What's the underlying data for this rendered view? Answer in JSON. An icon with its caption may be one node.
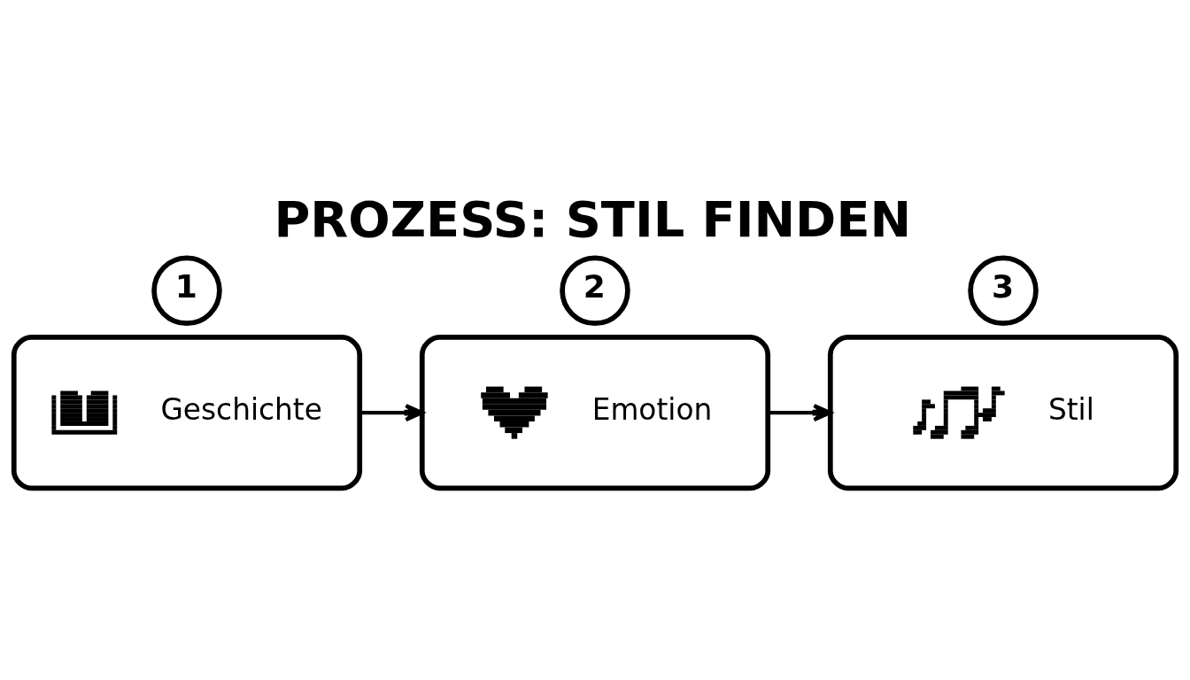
{
  "diagram": {
    "title": "PROZESS: STIL FINDEN",
    "nodes": [
      {
        "text": [
          "1"
        ]
      },
      {
        "text": [
          "Geschichte"
        ]
      },
      {
        "text": [
          "2"
        ]
      },
      {
        "text": [
          "Emotion"
        ]
      },
      {
        "text": [
          "3"
        ]
      },
      {
        "text": [
          "Stil"
        ]
      }
    ],
    "edges": [
      {
        "from": 1,
        "to": 3,
        "arrow": "to"
      },
      {
        "from": 3,
        "to": 5,
        "arrow": "to"
      }
    ]
  }
}
